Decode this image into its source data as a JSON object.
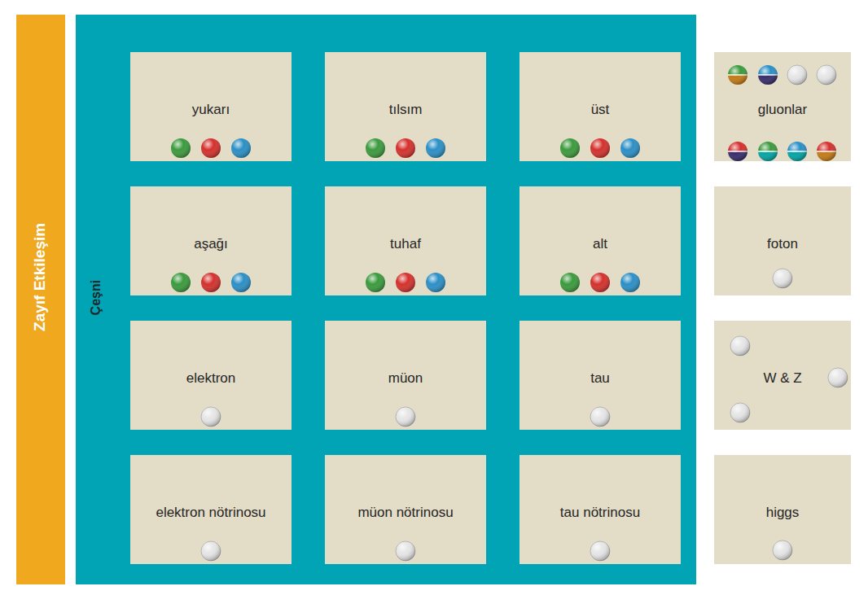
{
  "diagram": {
    "nodes": [
      {
        "text": [
          "Zayıf Etkileşim"
        ]
      },
      {
        "text": [
          "Çeşni"
        ]
      },
      {
        "text": [
          "yukarı"
        ],
        "in": 1
      },
      {
        "text": [
          "tılsım"
        ],
        "in": 1
      },
      {
        "text": [
          "üst"
        ],
        "in": 1
      },
      {
        "text": [
          "aşağı"
        ],
        "in": 1
      },
      {
        "text": [
          "tuhaf"
        ],
        "in": 1
      },
      {
        "text": [
          "alt"
        ],
        "in": 1
      },
      {
        "text": [
          "elektron"
        ],
        "in": 1
      },
      {
        "text": [
          "müon"
        ],
        "in": 1
      },
      {
        "text": [
          "tau"
        ],
        "in": 1
      },
      {
        "text": [
          "elektron nötrinosu"
        ],
        "in": 1
      },
      {
        "text": [
          "müon nötrinosu"
        ],
        "in": 1
      },
      {
        "text": [
          "tau nötrinosu"
        ],
        "in": 1
      },
      {
        "text": [
          "gluonlar"
        ]
      },
      {
        "text": [
          "foton"
        ]
      },
      {
        "text": [
          "W & Z"
        ]
      },
      {
        "text": [
          "higgs"
        ]
      }
    ]
  }
}
